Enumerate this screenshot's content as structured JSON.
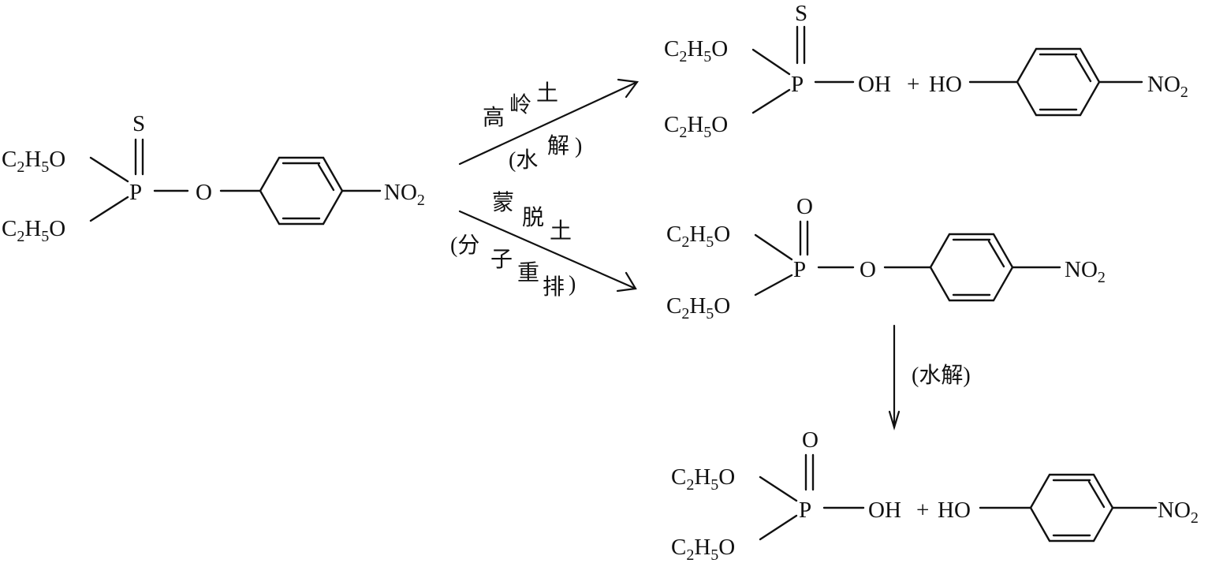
{
  "molecules": {
    "parathion": {
      "thio_atom": "S",
      "phos_atom": "P",
      "ether_o": "O",
      "ethoxy_top": "C",
      "ethoxy_top_s1": "2",
      "ethoxy_top_h": "H",
      "ethoxy_top_s2": "5",
      "ethoxy_top_o": "O",
      "ethoxy_bot": "C",
      "ethoxy_bot_s1": "2",
      "ethoxy_bot_h": "H",
      "ethoxy_bot_s2": "5",
      "ethoxy_bot_o": "O",
      "nitro": "NO",
      "nitro_sub": "2"
    },
    "hydrolysis_products_kaolinite": {
      "thio_atom": "S",
      "phos_atom": "P",
      "acid_oh": "OH",
      "plus": "+",
      "phenol_ho": "HO",
      "ethoxy_top": "C",
      "ethoxy_top_s1": "2",
      "ethoxy_top_h": "H",
      "ethoxy_top_s2": "5",
      "ethoxy_top_o": "O",
      "ethoxy_bot": "C",
      "ethoxy_bot_s1": "2",
      "ethoxy_bot_h": "H",
      "ethoxy_bot_s2": "5",
      "ethoxy_bot_o": "O",
      "nitro": "NO",
      "nitro_sub": "2"
    },
    "paraoxon": {
      "oxo_atom": "O",
      "phos_atom": "P",
      "ether_o": "O",
      "ethoxy_top": "C",
      "ethoxy_top_s1": "2",
      "ethoxy_top_h": "H",
      "ethoxy_top_s2": "5",
      "ethoxy_top_o": "O",
      "ethoxy_bot": "C",
      "ethoxy_bot_s1": "2",
      "ethoxy_bot_h": "H",
      "ethoxy_bot_s2": "5",
      "ethoxy_bot_o": "O",
      "nitro": "NO",
      "nitro_sub": "2"
    },
    "hydrolysis_products_paraoxon": {
      "oxo_atom": "O",
      "phos_atom": "P",
      "acid_oh": "OH",
      "plus": "+",
      "phenol_ho": "HO",
      "ethoxy_top": "C",
      "ethoxy_top_s1": "2",
      "ethoxy_top_h": "H",
      "ethoxy_top_s2": "5",
      "ethoxy_top_o": "O",
      "ethoxy_bot": "C",
      "ethoxy_bot_s1": "2",
      "ethoxy_bot_h": "H",
      "ethoxy_bot_s2": "5",
      "ethoxy_bot_o": "O",
      "nitro": "NO",
      "nitro_sub": "2"
    }
  },
  "conditions": {
    "kaolinite": {
      "c1": "高",
      "c2": "岭",
      "c3": "土",
      "c4": "(水",
      "c5": "解",
      "c6": ")"
    },
    "montmorillonite": {
      "c1": "蒙",
      "c2": "脱",
      "c3": "土",
      "c4": "(分",
      "c5": "子",
      "c6": "重",
      "c7": "排",
      "c8": ")"
    },
    "hydrolysis": {
      "label": "(水解)"
    }
  }
}
